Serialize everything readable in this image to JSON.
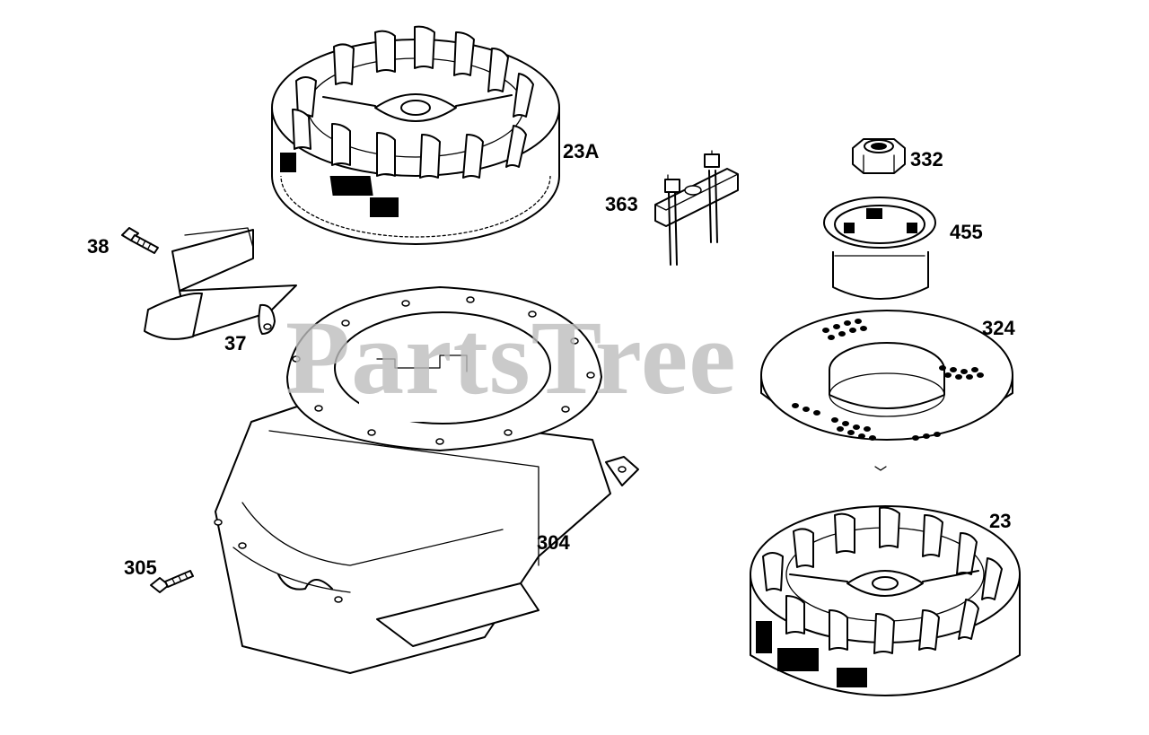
{
  "watermark": "PartsTree",
  "labels": {
    "p23a": "23A",
    "p332": "332",
    "p363": "363",
    "p455": "455",
    "p38": "38",
    "p37": "37",
    "p324": "324",
    "p23": "23",
    "p304": "304",
    "p305": "305"
  },
  "colors": {
    "line": "#000000",
    "background": "#ffffff",
    "watermark": "#bdbdbd"
  }
}
